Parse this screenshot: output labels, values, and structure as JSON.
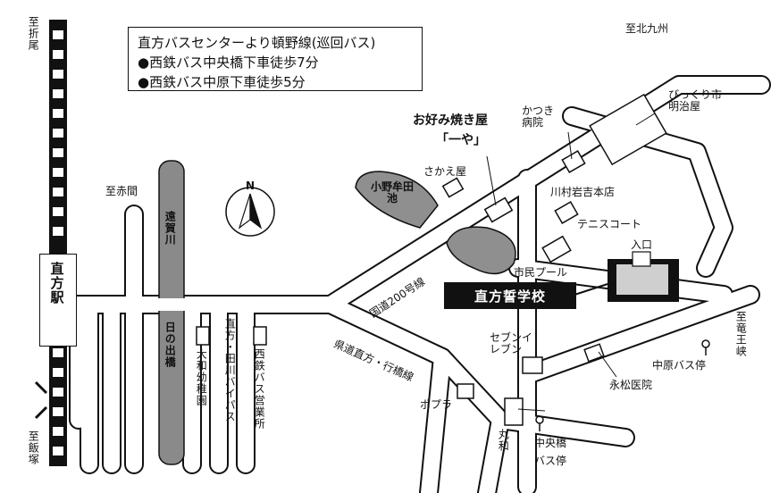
{
  "legend": {
    "title": "直方バスセンターより頓野線(巡回バス)",
    "line1": "●西鉄バス中央橋下車徒歩7分",
    "line2": "●西鉄バス中原下車徒歩5分"
  },
  "directions": {
    "orio": "至折尾",
    "akama": "至赤間",
    "kitakyushu": "至北九州",
    "iizuka": "至飯塚",
    "ryuomine": "至竜王峡"
  },
  "station": "直方駅",
  "school": "直方誓学校",
  "entrance": "入口",
  "roads": {
    "national": "国道200号線",
    "prefectural": "県道直方・行橋線",
    "bypass": "直方・田川バイパス"
  },
  "rivers": {
    "ongagawa": "遠賀川",
    "hinodebashi": "日の出橋"
  },
  "pond": "小野牟田池",
  "places": {
    "okonomi": "お好み焼き屋",
    "ichiya": "「一や」",
    "sakaeya": "さかえ屋",
    "katsuki": "かつき病院",
    "kawamura": "川村岩吉本店",
    "tennis": "テニスコート",
    "pool": "市民プール",
    "bikkuri": "びっくり市明治屋",
    "seven": "セブンイレブン",
    "popura": "ポプラ",
    "maruwa": "丸和",
    "nagamatsu": "永松医院",
    "yamato": "大和幼稚園",
    "nishitetsu_office": "西鉄バス営業所"
  },
  "bus_stops": {
    "nakabaru": "中原バス停",
    "chuobashi_1": "中央橋",
    "chuobashi_2": "バス停"
  },
  "compass": "N",
  "colors": {
    "ink": "#111111",
    "river": "#8a8a8a",
    "pond": "#8f8f8f",
    "school_fill": "#cfcfcf"
  }
}
